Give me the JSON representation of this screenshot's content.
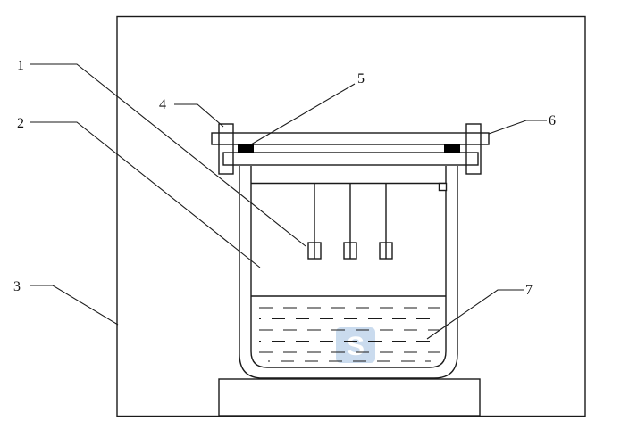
{
  "figure": {
    "reference_numerals": {
      "n1": "1",
      "n2": "2",
      "n3": "3",
      "n4": "4",
      "n5": "5",
      "n6": "6",
      "n7": "7"
    },
    "watermark": {
      "text": "S"
    },
    "colors": {
      "line": "#1a1a1a",
      "background": "#ffffff",
      "gasket_fill": "#000000",
      "watermark_blue": "#bdd3ea"
    }
  }
}
